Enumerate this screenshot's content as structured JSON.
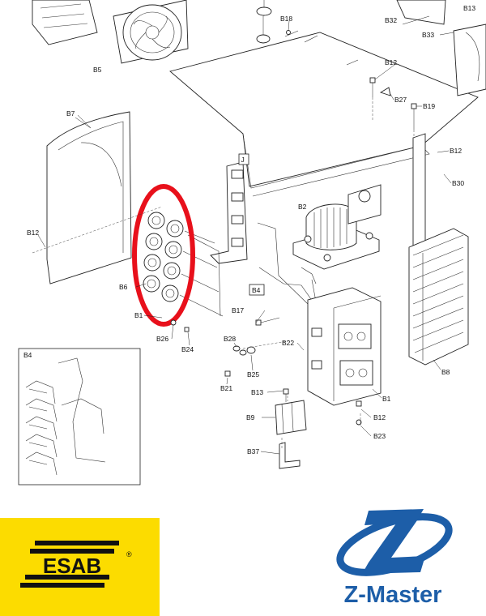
{
  "diagram": {
    "labels": {
      "b5": "B5",
      "b18": "B18",
      "b32": "B32",
      "b13_top": "B13",
      "b33": "B33",
      "b12_a": "B12",
      "b27": "B27",
      "b19": "B19",
      "b7": "B7",
      "b12_b": "B12",
      "b30": "B30",
      "j": "J",
      "b2": "B2",
      "b12_c": "B12",
      "b6": "B6",
      "b1_short": "B1",
      "b4_box": "B4",
      "b17": "B17",
      "b26": "B26",
      "b24": "B24",
      "b28": "B28",
      "b22": "B22",
      "b25": "B25",
      "b21": "B21",
      "b8": "B8",
      "b13_mid": "B13",
      "b1": "B1",
      "b9": "B9",
      "b12_d": "B12",
      "b23": "B23",
      "b37": "B37",
      "b4_inset": "B4"
    },
    "highlight_color": "#e8101b"
  },
  "esab": {
    "name": "ESAB",
    "registered": "®",
    "background": "#fcdc00"
  },
  "zmaster": {
    "name": "Z-Master",
    "color": "#1d5ea8"
  }
}
